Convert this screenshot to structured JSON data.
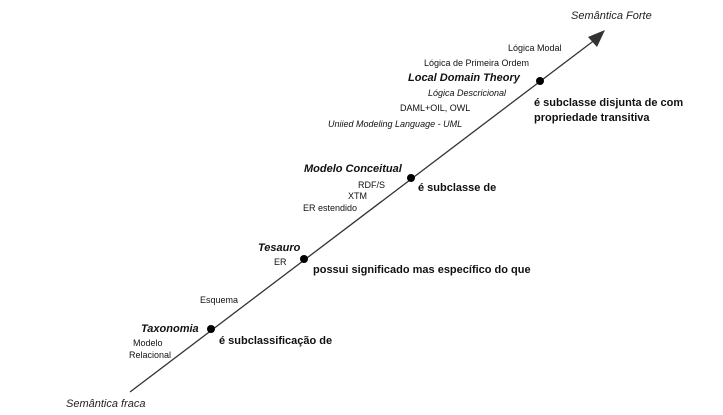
{
  "axis": {
    "strong_label": "Semântica Forte",
    "weak_label": "Semântica fraca",
    "line_color": "#333333",
    "dot_color": "#000000"
  },
  "levels": [
    {
      "name": "Taxonomia",
      "relation": "é subclassificação de",
      "technologies": [
        "Modelo",
        "Relacional"
      ]
    },
    {
      "name": "Tesauro",
      "relation": "possui significado mas específico do que",
      "technologies": [
        "Esquema",
        "ER"
      ]
    },
    {
      "name": "Modelo Conceitual",
      "relation": "é subclasse de",
      "technologies": [
        "RDF/S",
        "XTM",
        "ER estendido"
      ]
    },
    {
      "name": "Local Domain Theory",
      "relation": "é subclasse disjunta de com propriedade transitiva",
      "technologies": [
        "Lógica Modal",
        "Lógica de Primeira Ordem",
        "Lógica Descricional",
        "DAML+OIL, OWL",
        "Uniied Modeling Language - UML"
      ]
    }
  ]
}
